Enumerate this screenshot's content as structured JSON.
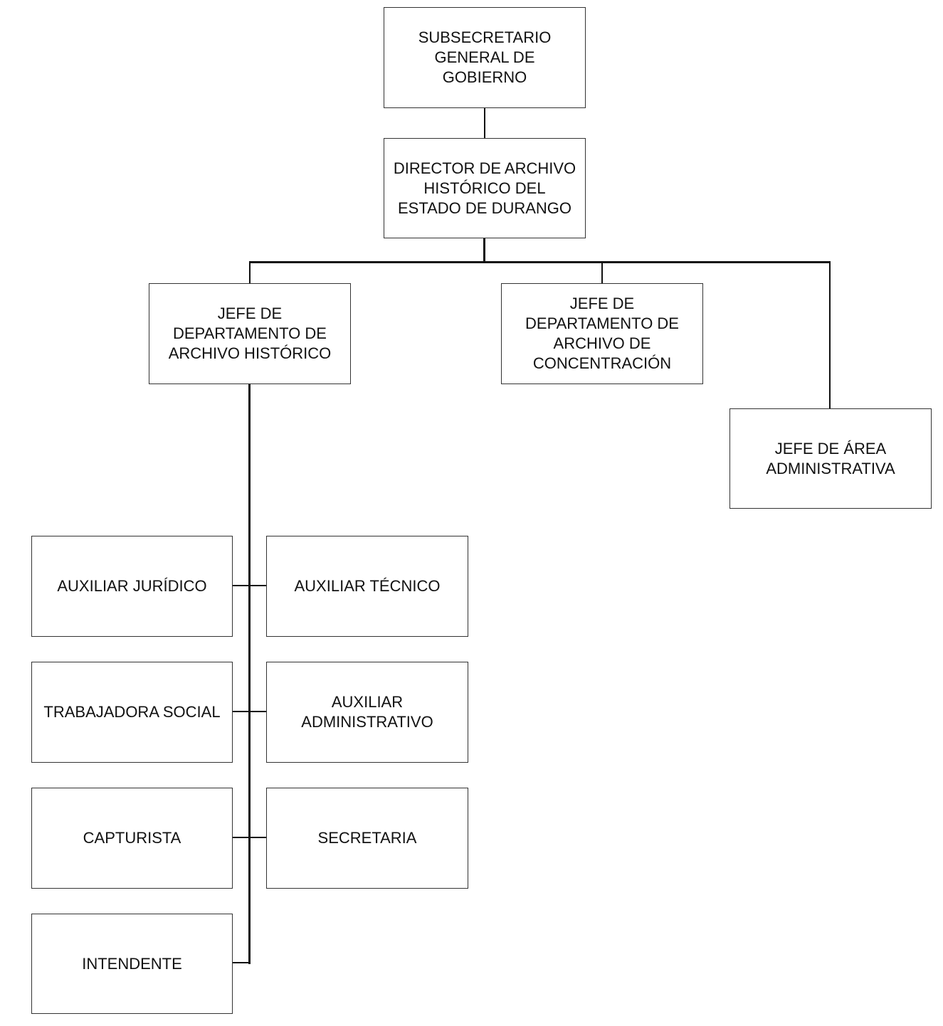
{
  "org_chart": {
    "root": "SUBSECRETARIO\nGENERAL DE\nGOBIERNO",
    "director": "DIRECTOR DE ARCHIVO\nHISTÓRICO DEL\nESTADO DE DURANGO",
    "departments": [
      "JEFE DE\nDEPARTAMENTO DE\nARCHIVO HISTÓRICO",
      "JEFE DE\nDEPARTAMENTO DE\nARCHIVO DE\nCONCENTRACIÓN",
      "JEFE DE ÁREA\nADMINISTRATIVA"
    ],
    "staff_left": [
      "AUXILIAR JURÍDICO",
      "TRABAJADORA SOCIAL",
      "CAPTURISTA",
      "INTENDENTE"
    ],
    "staff_right": [
      "AUXILIAR TÉCNICO",
      "AUXILIAR\nADMINISTRATIVO",
      "SECRETARIA"
    ]
  }
}
